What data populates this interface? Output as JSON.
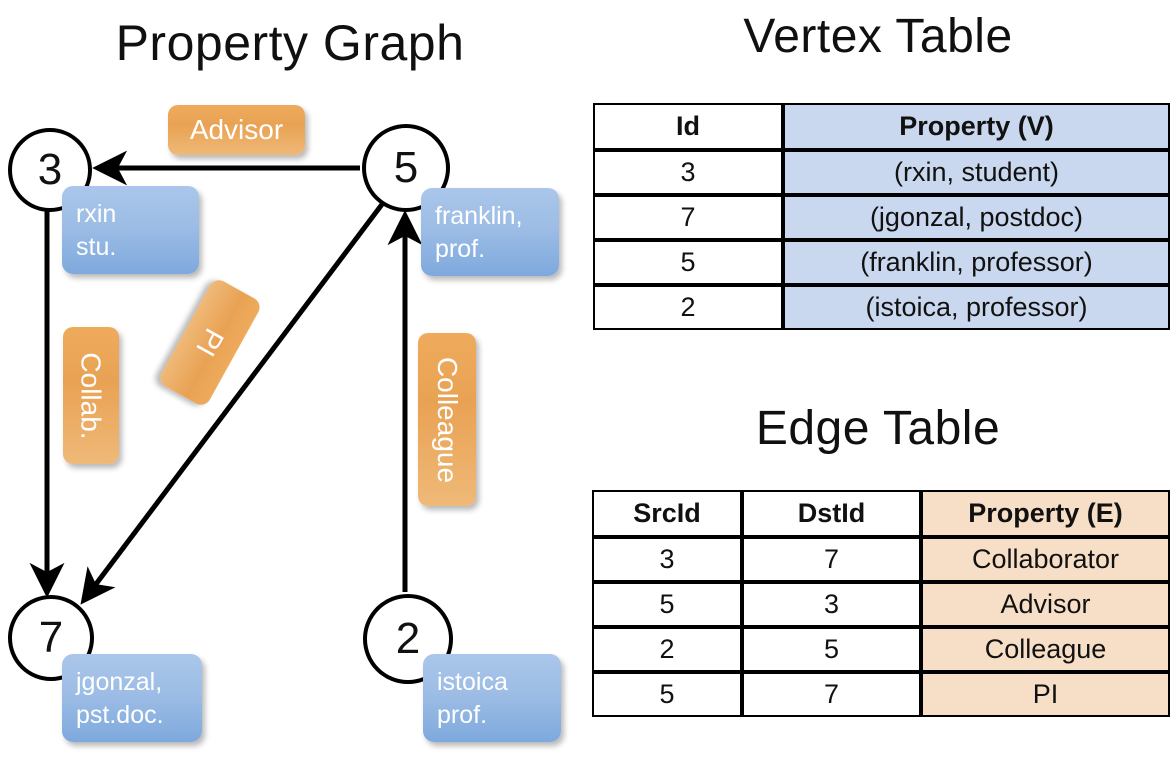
{
  "titles": {
    "property_graph": "Property Graph",
    "vertex_table": "Vertex Table",
    "edge_table": "Edge Table"
  },
  "graph": {
    "nodes": [
      {
        "id": "3",
        "label": "3",
        "property_line1": "rxin",
        "property_line2": "stu."
      },
      {
        "id": "5",
        "label": "5",
        "property_line1": "franklin,",
        "property_line2": "prof."
      },
      {
        "id": "7",
        "label": "7",
        "property_line1": "jgonzal,",
        "property_line2": "pst.doc."
      },
      {
        "id": "2",
        "label": "2",
        "property_line1": "istoica",
        "property_line2": "prof."
      }
    ],
    "edge_labels": [
      {
        "name": "advisor",
        "text": "Advisor"
      },
      {
        "name": "collab",
        "text": "Collab."
      },
      {
        "name": "pi",
        "text": "PI"
      },
      {
        "name": "colleague",
        "text": "Colleague"
      }
    ],
    "edges": [
      {
        "src": "5",
        "dst": "3",
        "label": "Advisor"
      },
      {
        "src": "3",
        "dst": "7",
        "label": "Collab."
      },
      {
        "src": "5",
        "dst": "7",
        "label": "PI"
      },
      {
        "src": "2",
        "dst": "5",
        "label": "Colleague"
      }
    ]
  },
  "vertex_table": {
    "headers": [
      "Id",
      "Property (V)"
    ],
    "rows": [
      {
        "id": "3",
        "property": "(rxin, student)"
      },
      {
        "id": "7",
        "property": "(jgonzal, postdoc)"
      },
      {
        "id": "5",
        "property": "(franklin, professor)"
      },
      {
        "id": "2",
        "property": "(istoica, professor)"
      }
    ]
  },
  "edge_table": {
    "headers": [
      "SrcId",
      "DstId",
      "Property (E)"
    ],
    "rows": [
      {
        "src": "3",
        "dst": "7",
        "property": "Collaborator"
      },
      {
        "src": "5",
        "dst": "3",
        "property": "Advisor"
      },
      {
        "src": "2",
        "dst": "5",
        "property": "Colleague"
      },
      {
        "src": "5",
        "dst": "7",
        "property": "PI"
      }
    ]
  },
  "colors": {
    "vertex_property_cell": "#c9d8ee",
    "edge_property_cell": "#f7dfc7",
    "node_callout": "#9dbde5",
    "edge_callout": "#e9a254"
  }
}
